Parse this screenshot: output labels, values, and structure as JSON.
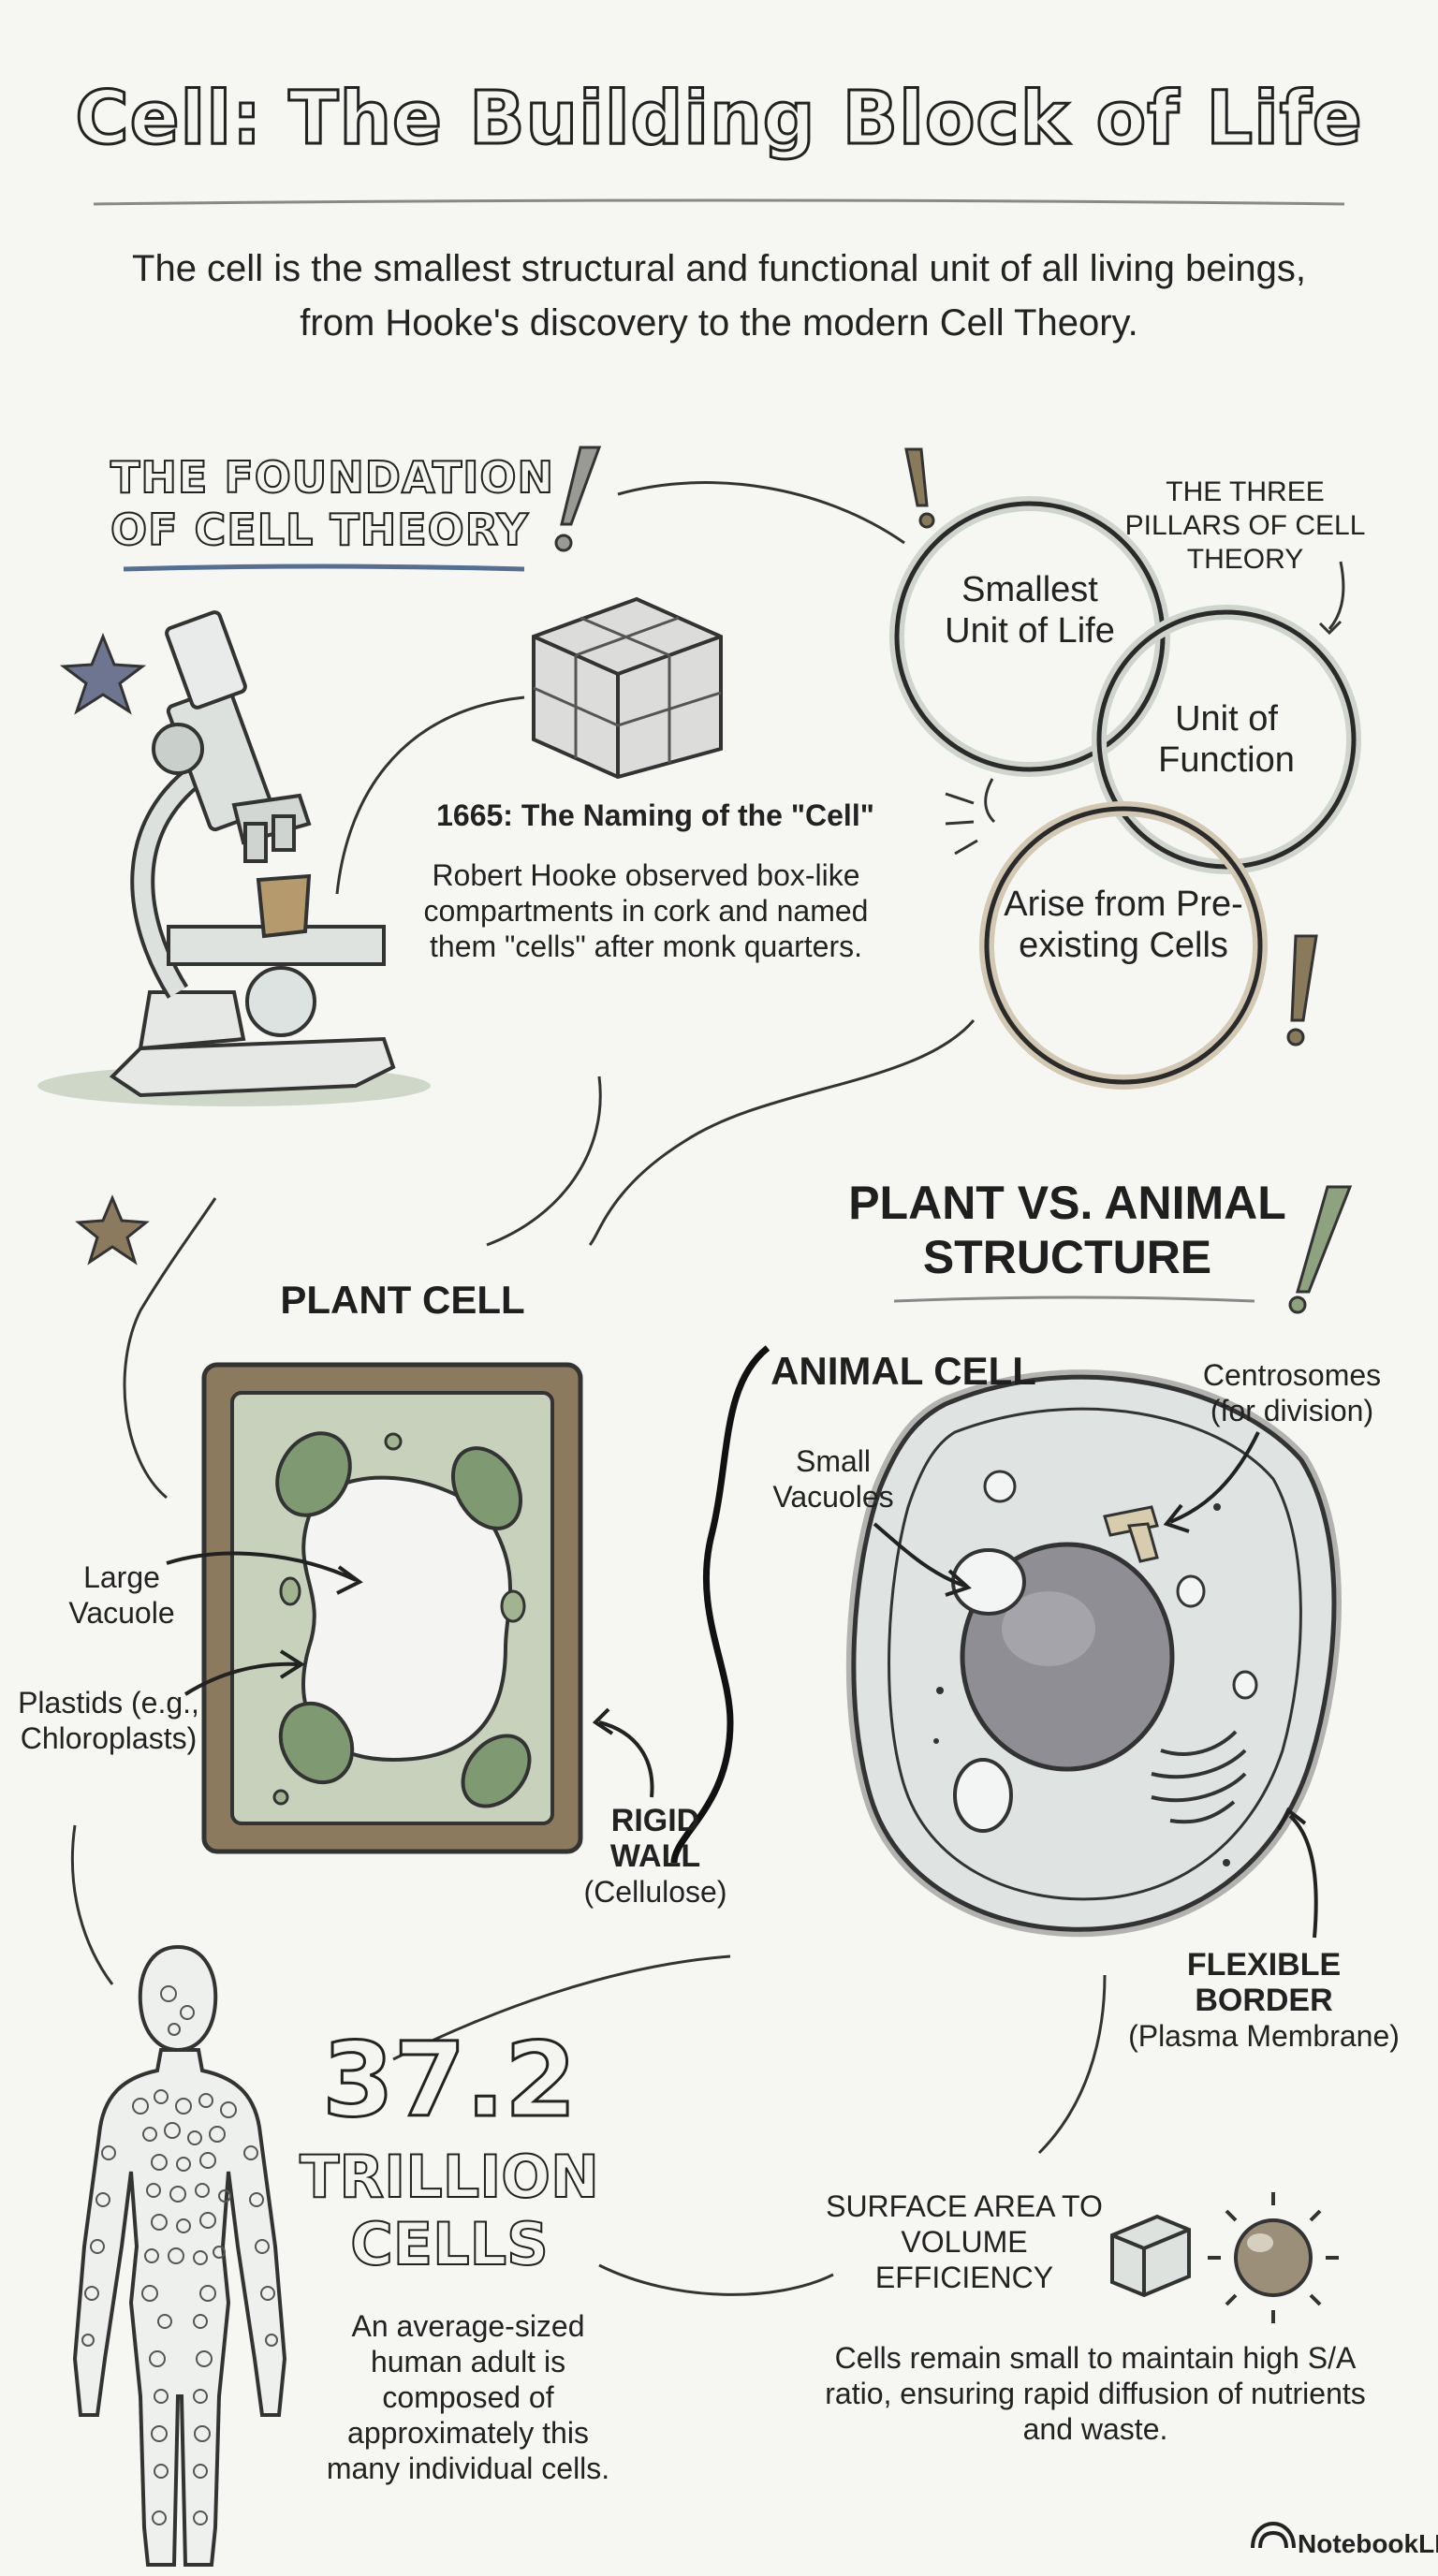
{
  "title": "Cell: The Building Block of Life",
  "subtitle": "The cell is the smallest structural and functional unit of all living beings, from Hooke's discovery to the modern Cell Theory.",
  "foundation": {
    "heading_line1": "THE FOUNDATION",
    "heading_line2": "OF CELL THEORY",
    "hooke_title": "1665: The Naming of the \"Cell\"",
    "hooke_text": "Robert Hooke observed box-like compartments in cork and named them \"cells\" after monk quarters."
  },
  "pillars": {
    "heading": "THE THREE PILLARS OF CELL THEORY",
    "items": [
      "Smallest Unit of Life",
      "Unit of Function",
      "Arise from Pre-existing Cells"
    ]
  },
  "comparison": {
    "heading_line1": "PLANT VS. ANIMAL",
    "heading_line2": "STRUCTURE"
  },
  "plant_cell": {
    "title": "PLANT CELL",
    "vacuole": "Large Vacuole",
    "plastids": "Plastids (e.g., Chloroplasts)",
    "wall_main": "RIGID WALL",
    "wall_sub": "(Cellulose)"
  },
  "animal_cell": {
    "title": "ANIMAL CELL",
    "small_vacuoles": "Small Vacuoles",
    "centrosomes": "Centrosomes (for division)",
    "border_main": "FLEXIBLE BORDER",
    "border_sub": "(Plasma Membrane)"
  },
  "human": {
    "number": "37.2",
    "word1": "TRILLION",
    "word2": "CELLS",
    "description": "An average-sized human adult is composed of approximately this many individual cells."
  },
  "surface": {
    "title": "SURFACE AREA TO VOLUME EFFICIENCY",
    "text": "Cells remain small to maintain high S/A ratio, ensuring rapid diffusion of nutrients and waste."
  },
  "brand": "NotebookLM",
  "colors": {
    "ink": "#222222",
    "plant_green": "#b9c8ad",
    "wall_brown": "#8c7a5e",
    "animal_gray": "#dfe3e2",
    "nucleus": "#8e8e94"
  }
}
